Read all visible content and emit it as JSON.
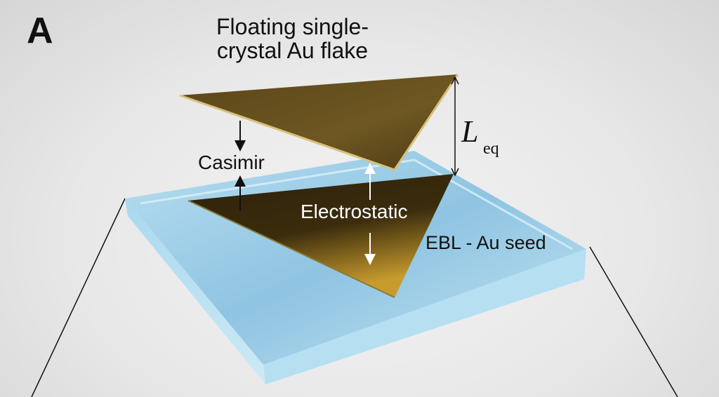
{
  "panel_label": "A",
  "title": {
    "line1": "Floating single-",
    "line2": "crystal Au flake"
  },
  "labels": {
    "casimir": "Casimir",
    "electrostatic": "Electrostatic",
    "ebl_seed": "EBL - Au seed",
    "gap_symbol": "L",
    "gap_subscript": "eq"
  },
  "colors": {
    "gold_dark": "#3a2a0c",
    "gold_mid": "#6b5420",
    "gold_light": "#c9a53a",
    "glass": "#9fd0ea",
    "glass_edge": "#b8e2f4"
  }
}
